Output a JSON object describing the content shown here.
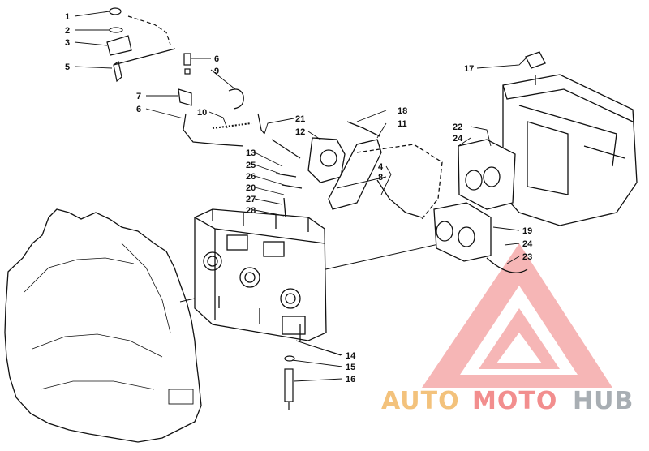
{
  "callouts": [
    {
      "id": "1"
    },
    {
      "id": "2"
    },
    {
      "id": "3"
    },
    {
      "id": "5"
    },
    {
      "id": "6"
    },
    {
      "id": "9"
    },
    {
      "id": "7"
    },
    {
      "id": "6"
    },
    {
      "id": "10"
    },
    {
      "id": "21"
    },
    {
      "id": "12"
    },
    {
      "id": "18"
    },
    {
      "id": "11"
    },
    {
      "id": "13"
    },
    {
      "id": "25"
    },
    {
      "id": "26"
    },
    {
      "id": "20"
    },
    {
      "id": "27"
    },
    {
      "id": "28"
    },
    {
      "id": "4"
    },
    {
      "id": "8"
    },
    {
      "id": "22"
    },
    {
      "id": "24"
    },
    {
      "id": "17"
    },
    {
      "id": "19"
    },
    {
      "id": "24"
    },
    {
      "id": "23"
    },
    {
      "id": "14"
    },
    {
      "id": "15"
    },
    {
      "id": "16"
    }
  ],
  "watermark": {
    "part1": "AUTO",
    "part2": "MOTO",
    "part3": "HUB",
    "colors": {
      "auto": "#f2b866",
      "moto": "#f07b7b",
      "hub": "#9aa0a6",
      "logo": "#f07b7b"
    }
  },
  "colors": {
    "ink": "#111111",
    "paper": "#ffffff"
  }
}
